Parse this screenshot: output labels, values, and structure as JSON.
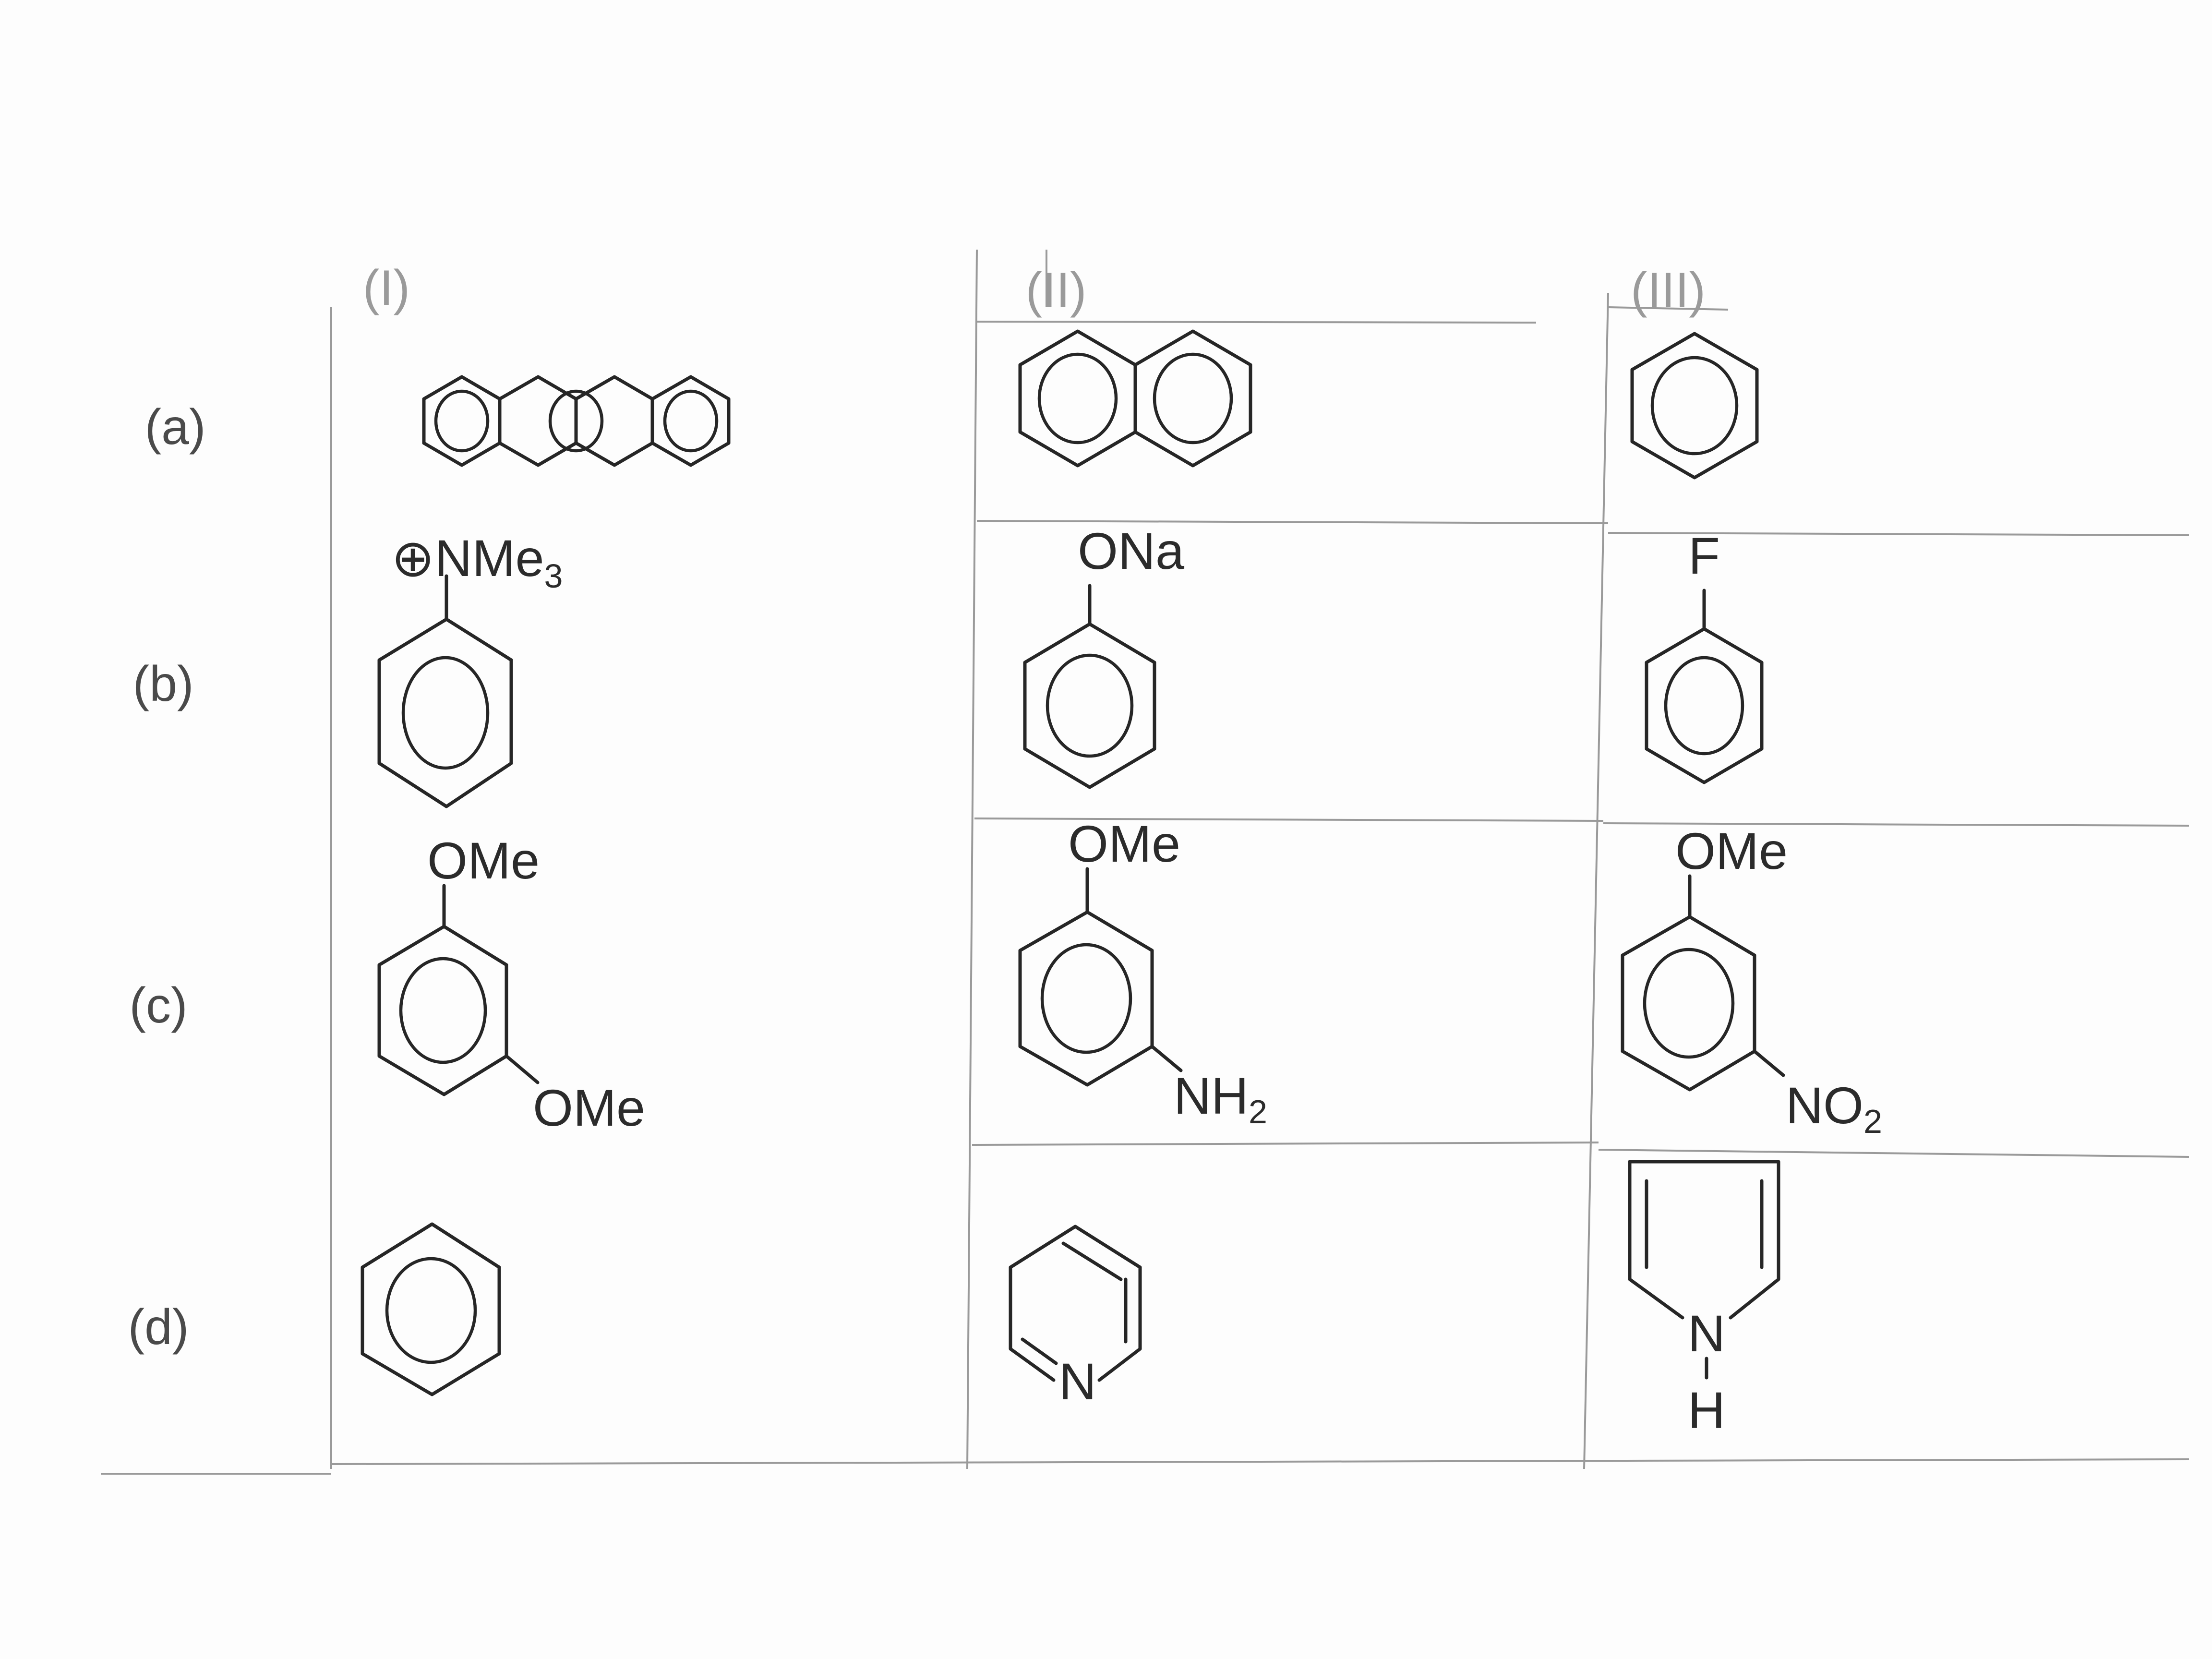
{
  "columns": [
    "(I)",
    "(II)",
    "(III)"
  ],
  "rows": [
    {
      "label": "(a)",
      "cells": [
        {
          "structure": "anthracene-icon",
          "labels": []
        },
        {
          "structure": "naphthalene-icon",
          "labels": []
        },
        {
          "structure": "benzene-icon",
          "labels": []
        }
      ]
    },
    {
      "label": "(b)",
      "cells": [
        {
          "structure": "phenyl-trimethylammonium-icon",
          "labels": [
            "⊕NMe",
            "3"
          ]
        },
        {
          "structure": "sodium-phenoxide-icon",
          "labels": [
            "ONa"
          ]
        },
        {
          "structure": "fluorobenzene-icon",
          "labels": [
            "F"
          ]
        }
      ]
    },
    {
      "label": "(c)",
      "cells": [
        {
          "structure": "meta-dimethoxybenzene-icon",
          "labels": [
            "OMe",
            "OMe"
          ]
        },
        {
          "structure": "meta-methoxyaniline-icon",
          "labels": [
            "OMe",
            "NH",
            "2"
          ]
        },
        {
          "structure": "meta-methoxynitrobenzene-icon",
          "labels": [
            "OMe",
            "NO",
            "2"
          ]
        }
      ]
    },
    {
      "label": "(d)",
      "cells": [
        {
          "structure": "benzene-icon",
          "labels": []
        },
        {
          "structure": "pyridine-icon",
          "labels": [
            "N"
          ]
        },
        {
          "structure": "pyrrole-icon",
          "labels": [
            "N",
            "H"
          ]
        }
      ]
    }
  ],
  "colors": {
    "ink": "#262626",
    "grid": "#9a9a9a",
    "paper": "#fdfdfd"
  }
}
